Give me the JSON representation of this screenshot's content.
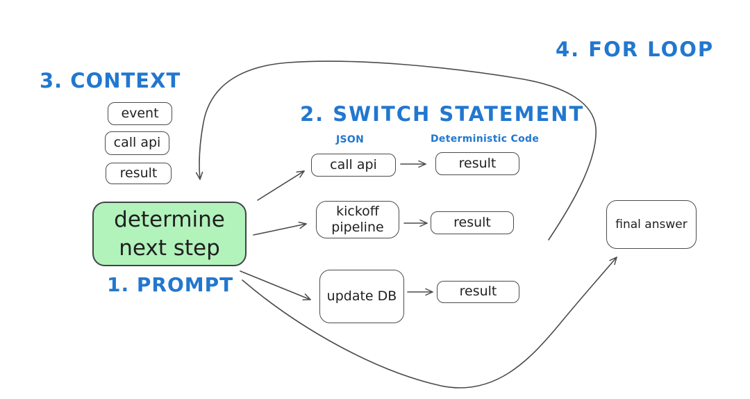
{
  "diagram": {
    "title_labels": {
      "prompt": "1. PROMPT",
      "switch_statement": "2. SWITCH STATEMENT",
      "context": "3. CONTEXT",
      "for_loop": "4. FOR LOOP",
      "json_column": "JSON",
      "deterministic_column": "Deterministic Code"
    },
    "nodes": {
      "context_event": "event",
      "context_call_api": "call api",
      "context_result": "result",
      "determine_next_step": "determine next step",
      "switch_call_api": "call api",
      "switch_result_top": "result",
      "switch_kickoff_pipeline": "kickoff pipeline",
      "switch_result_mid": "result",
      "switch_update_db": "update DB",
      "switch_result_bottom": "result",
      "final_answer": "final answer"
    },
    "colors": {
      "accent_blue": "#2277cf",
      "node_green_fill": "#b2f2bb",
      "stroke_dark": "#4a4a4a"
    }
  }
}
